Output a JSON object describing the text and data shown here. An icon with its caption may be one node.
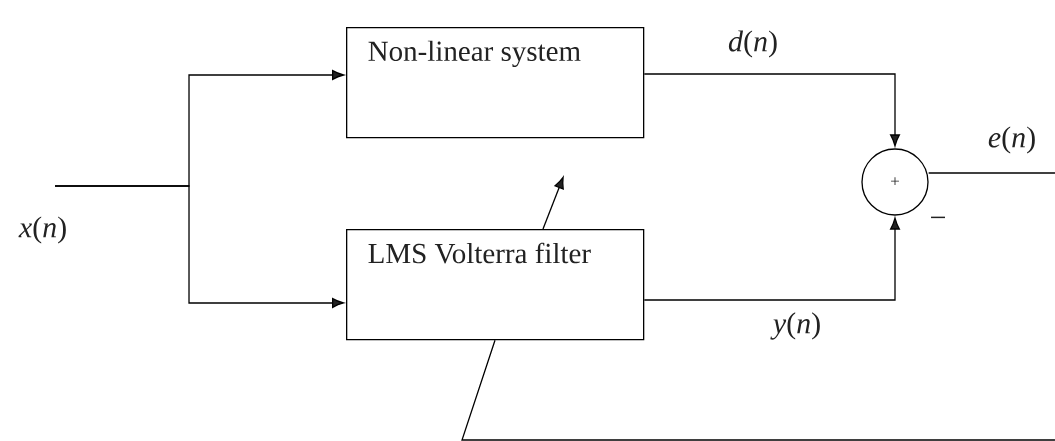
{
  "diagram": {
    "nodes": [
      {
        "text": [
          "Non-linear system"
        ]
      },
      {
        "text": [
          "LMS Volterra filter"
        ]
      },
      {
        "text": [
          "+"
        ]
      }
    ],
    "edges": [
      {
        "from": null,
        "to": 0,
        "arrow": "to"
      },
      {
        "from": null,
        "to": 1,
        "arrow": "to"
      },
      {
        "from": 0,
        "to": 2,
        "arrow": "to",
        "label": "*d*(*n*)"
      },
      {
        "from": 1,
        "to": 2,
        "arrow": "to",
        "label": "*y*(*n*)"
      },
      {
        "from": 2,
        "to": null,
        "arrow": "none",
        "label": "*e*(*n*)"
      },
      {
        "from": null,
        "to": 1,
        "arrow": "none"
      }
    ],
    "labels": [
      "*x*(*n*)",
      "−"
    ]
  }
}
